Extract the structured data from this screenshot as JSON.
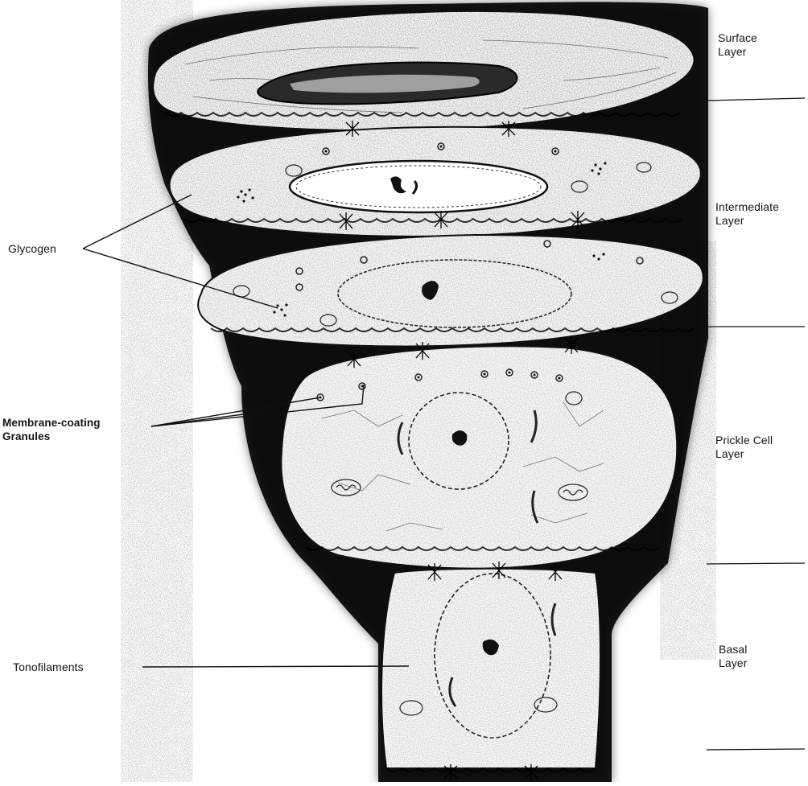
{
  "labels": {
    "surface_layer": [
      "Surface",
      "Layer"
    ],
    "intermediate_layer": [
      "Intermediate",
      "Layer"
    ],
    "prickle_cell_layer": [
      "Prickle Cell",
      "Layer"
    ],
    "basal_layer": [
      "Basal",
      "Layer"
    ],
    "glycogen": "Glycogen",
    "membrane_coating_granules": [
      "Membrane-coating",
      "Granules"
    ],
    "tonofilaments": "Tonofilaments"
  }
}
